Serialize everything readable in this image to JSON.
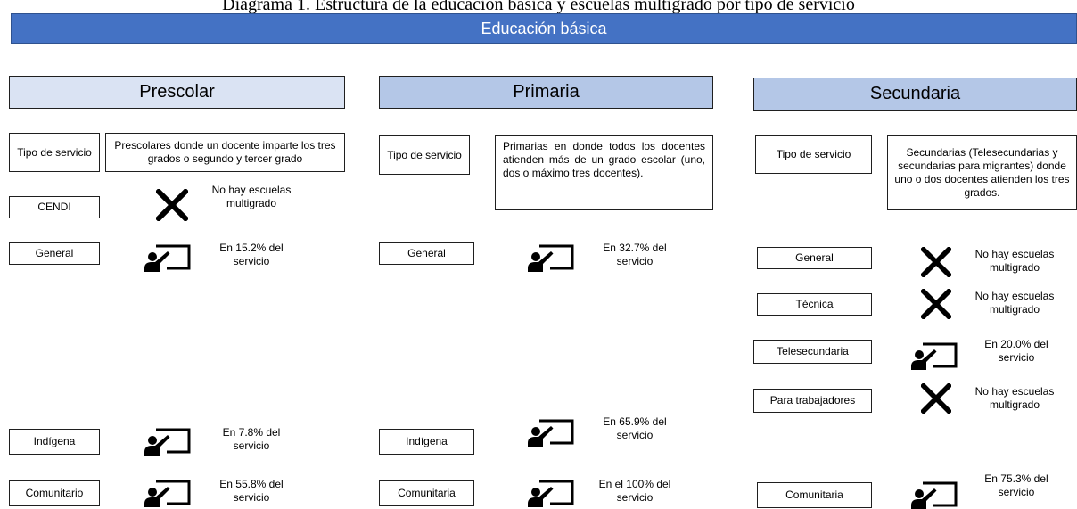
{
  "caption": "Diagrama 1. Estructura de la educación básica y escuelas multigrado por tipo de servicio",
  "banner": "Educación básica",
  "levels": {
    "prescolar": {
      "title": "Prescolar",
      "tipo_label": "Tipo de servicio",
      "description": "Prescolares donde un docente imparte los tres grados o segundo y tercer grado",
      "rows": [
        {
          "service": "CENDI",
          "icon": "x-mark-icon",
          "note": "No hay escuelas multigrado"
        },
        {
          "service": "General",
          "icon": "teacher-board-icon",
          "note": "En 15.2% del servicio"
        },
        {
          "service": "Indígena",
          "icon": "teacher-board-icon",
          "note": "En 7.8% del servicio"
        },
        {
          "service": "Comunitario",
          "icon": "teacher-board-icon",
          "note": "En 55.8% del servicio"
        }
      ]
    },
    "primaria": {
      "title": "Primaria",
      "tipo_label": "Tipo de servicio",
      "description": "Primarias en donde todos los docentes atienden más de un grado escolar (uno, dos o máximo tres docentes).",
      "rows": [
        {
          "service": "General",
          "icon": "teacher-board-icon",
          "note": "En 32.7% del servicio"
        },
        {
          "service": "Indígena",
          "icon": "teacher-board-icon",
          "note": "En 65.9% del servicio"
        },
        {
          "service": "Comunitaria",
          "icon": "teacher-board-icon",
          "note": "En el 100% del servicio"
        }
      ]
    },
    "secundaria": {
      "title": "Secundaria",
      "tipo_label": "Tipo de servicio",
      "description": "Secundarias (Telesecundarias y secundarias para migrantes) donde uno o dos docentes atienden los tres grados.",
      "rows": [
        {
          "service": "General",
          "icon": "x-mark-icon",
          "note": "No hay escuelas multigrado"
        },
        {
          "service": "Técnica",
          "icon": "x-mark-icon",
          "note": "No hay escuelas multigrado"
        },
        {
          "service": "Telesecundaria",
          "icon": "teacher-board-icon",
          "note": "En 20.0% del servicio"
        },
        {
          "service": "Para trabajadores",
          "icon": "x-mark-icon",
          "note": "No hay escuelas multigrado"
        },
        {
          "service": "Comunitaria",
          "icon": "teacher-board-icon",
          "note": "En 75.3% del servicio"
        }
      ]
    }
  }
}
